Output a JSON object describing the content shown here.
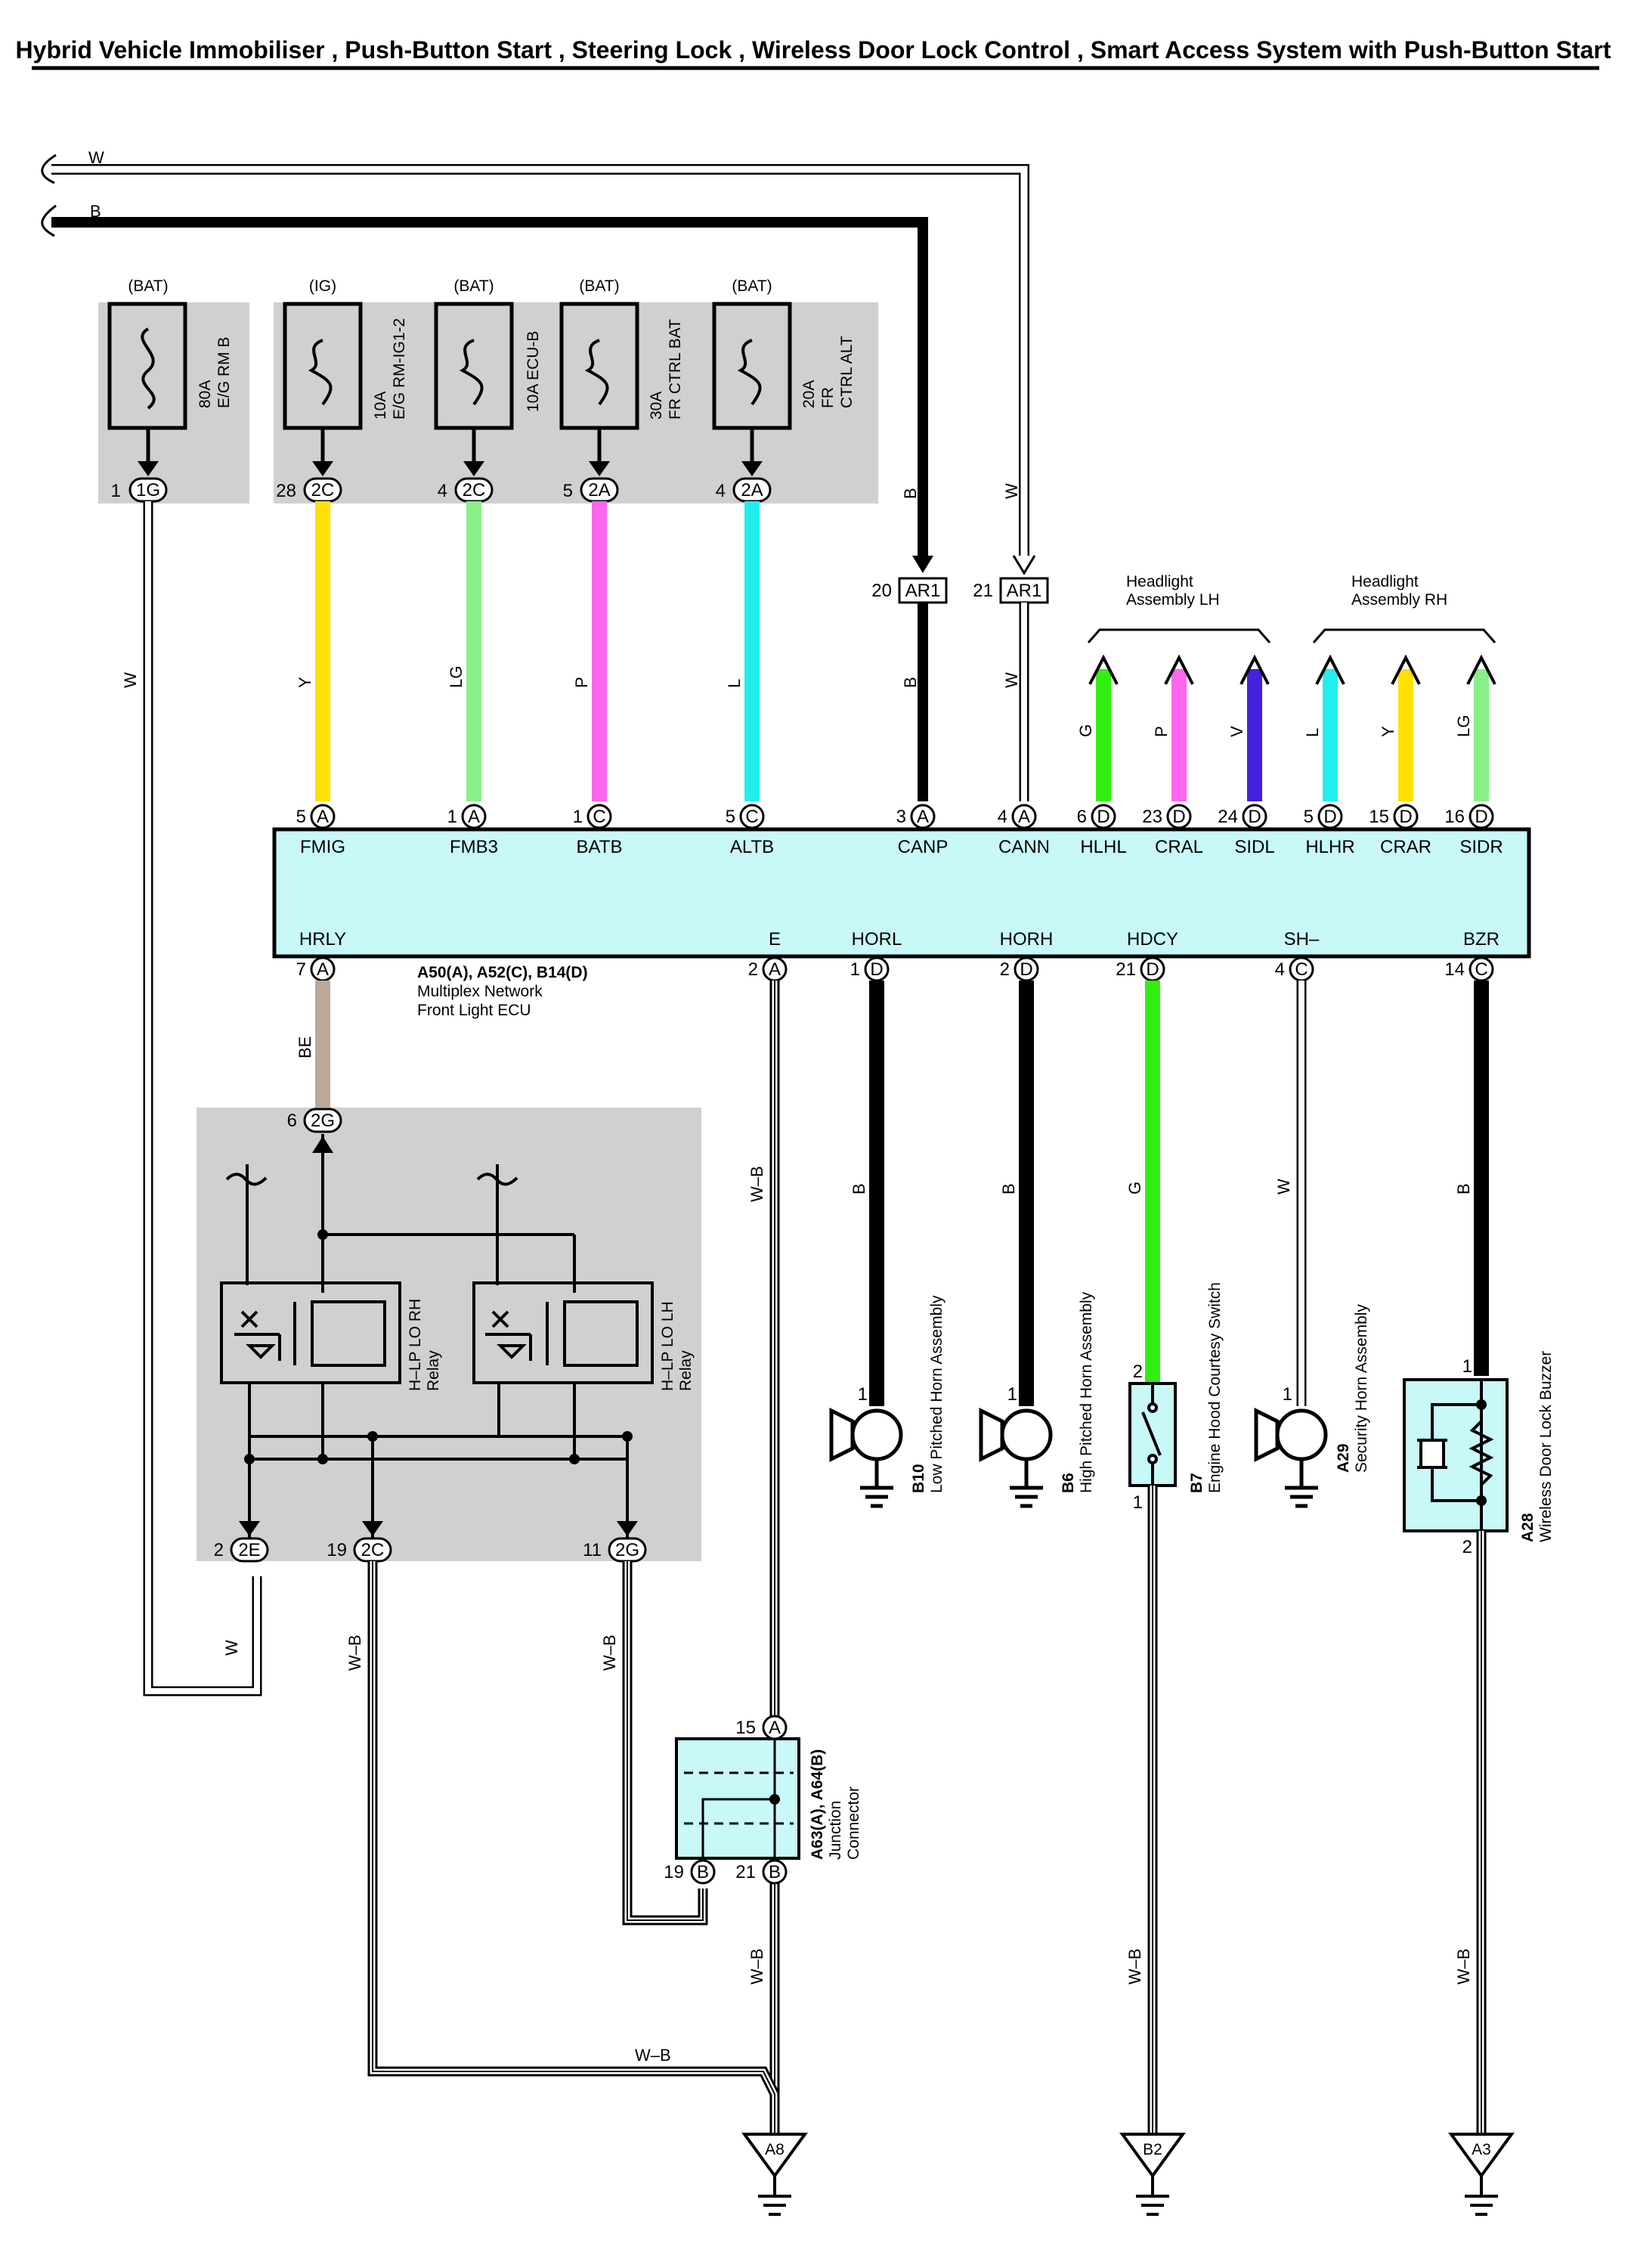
{
  "title": "Hybrid Vehicle Immobiliser , Push-Button Start , Steering Lock , Wireless Door Lock Control , Smart Access System with Push-Button Start",
  "top_wires": {
    "w": "W",
    "b": "B"
  },
  "fuses": [
    {
      "source": "(BAT)",
      "rating": "80A",
      "name": "E/G RM B",
      "pin": "1",
      "connector": "1G",
      "wire": "W"
    },
    {
      "source": "(IG)",
      "rating": "10A",
      "name": "E/G RM-IG1-2",
      "pin": "28",
      "connector": "2C",
      "wire": "Y",
      "color": "#ffe000"
    },
    {
      "source": "(BAT)",
      "rating": "10A",
      "name": "ECU-B",
      "pin": "4",
      "connector": "2C",
      "wire": "LG",
      "color": "#88f088"
    },
    {
      "source": "(BAT)",
      "rating": "30A",
      "name": "FR CTRL BAT",
      "pin": "5",
      "connector": "2A",
      "wire": "P",
      "color": "#ff66ee"
    },
    {
      "source": "(BAT)",
      "rating": "20A",
      "name": "FR CTRL ALT",
      "pin": "4",
      "connector": "2A",
      "wire": "L",
      "color": "#22eeee"
    }
  ],
  "can": [
    {
      "pin": "20",
      "connector": "AR1",
      "wire": "B"
    },
    {
      "pin": "21",
      "connector": "AR1",
      "wire": "W"
    }
  ],
  "headlights": [
    {
      "label_l1": "Headlight",
      "label_l2": "Assembly LH",
      "wires": [
        "G",
        "P",
        "V"
      ]
    },
    {
      "label_l1": "Headlight",
      "label_l2": "Assembly RH",
      "wires": [
        "L",
        "Y",
        "LG"
      ]
    }
  ],
  "ecu": {
    "name_line1": "A50(A), A52(C), B14(D)",
    "name_line2": "Multiplex Network",
    "name_line3": "Front Light ECU",
    "color": "#c8f8f8",
    "top_pins": [
      {
        "num": "5",
        "conn": "A",
        "sig": "FMIG"
      },
      {
        "num": "1",
        "conn": "A",
        "sig": "FMB3"
      },
      {
        "num": "1",
        "conn": "C",
        "sig": "BATB"
      },
      {
        "num": "5",
        "conn": "C",
        "sig": "ALTB"
      },
      {
        "num": "3",
        "conn": "A",
        "sig": "CANP"
      },
      {
        "num": "4",
        "conn": "A",
        "sig": "CANN"
      },
      {
        "num": "6",
        "conn": "D",
        "sig": "HLHL"
      },
      {
        "num": "23",
        "conn": "D",
        "sig": "CRAL"
      },
      {
        "num": "24",
        "conn": "D",
        "sig": "SIDL"
      },
      {
        "num": "5",
        "conn": "D",
        "sig": "HLHR"
      },
      {
        "num": "15",
        "conn": "D",
        "sig": "CRAR"
      },
      {
        "num": "16",
        "conn": "D",
        "sig": "SIDR"
      }
    ],
    "bottom_pins": [
      {
        "num": "7",
        "conn": "A",
        "sig": "HRLY"
      },
      {
        "num": "2",
        "conn": "A",
        "sig": "E"
      },
      {
        "num": "1",
        "conn": "D",
        "sig": "HORL"
      },
      {
        "num": "2",
        "conn": "D",
        "sig": "HORH"
      },
      {
        "num": "21",
        "conn": "D",
        "sig": "HDCY"
      },
      {
        "num": "4",
        "conn": "C",
        "sig": "SH–"
      },
      {
        "num": "14",
        "conn": "C",
        "sig": "BZR"
      }
    ]
  },
  "lower_wires": {
    "hrly": "BE",
    "e": "W–B",
    "horl": "B",
    "horh": "B",
    "hdcy": "G",
    "sh": "W",
    "bzr": "B"
  },
  "relay_box": {
    "top_pin": "6",
    "top_conn": "2G",
    "relay1_l1": "H–LP LO RH",
    "relay1_l2": "Relay",
    "relay2_l1": "H–LP LO LH",
    "relay2_l2": "Relay",
    "bottom": [
      {
        "pin": "2",
        "conn": "2E",
        "wire": "W"
      },
      {
        "pin": "19",
        "conn": "2C",
        "wire": "W–B"
      },
      {
        "pin": "11",
        "conn": "2G",
        "wire": "W–B"
      }
    ],
    "tilde": "~"
  },
  "components": {
    "b10": {
      "code": "B10",
      "name": "Low Pitched Horn Assembly",
      "pin": "1"
    },
    "b6": {
      "code": "B6",
      "name": "High Pitched Horn Assembly",
      "pin": "1"
    },
    "b7": {
      "code": "B7",
      "name": "Engine Hood Courtesy Switch",
      "pin_top": "2",
      "pin_bottom": "1"
    },
    "a29": {
      "code": "A29",
      "name": "Security Horn Assembly",
      "pin": "1"
    },
    "a28": {
      "code": "A28",
      "name": "Wireless Door Lock Buzzer",
      "pin_top": "1",
      "pin_bottom": "2"
    }
  },
  "junction": {
    "name_l1": "A63(A), A64(B)",
    "name_l2": "Junction",
    "name_l3": "Connector",
    "pin_top": "15",
    "conn_top": "A",
    "pin_bl": "19",
    "conn_bl": "B",
    "pin_br": "21",
    "conn_br": "B"
  },
  "bottom_wires": {
    "left": "W–B",
    "junction": "W–B",
    "b7": "W–B",
    "a28": "W–B"
  },
  "grounds": [
    "A8",
    "B2",
    "A3"
  ]
}
